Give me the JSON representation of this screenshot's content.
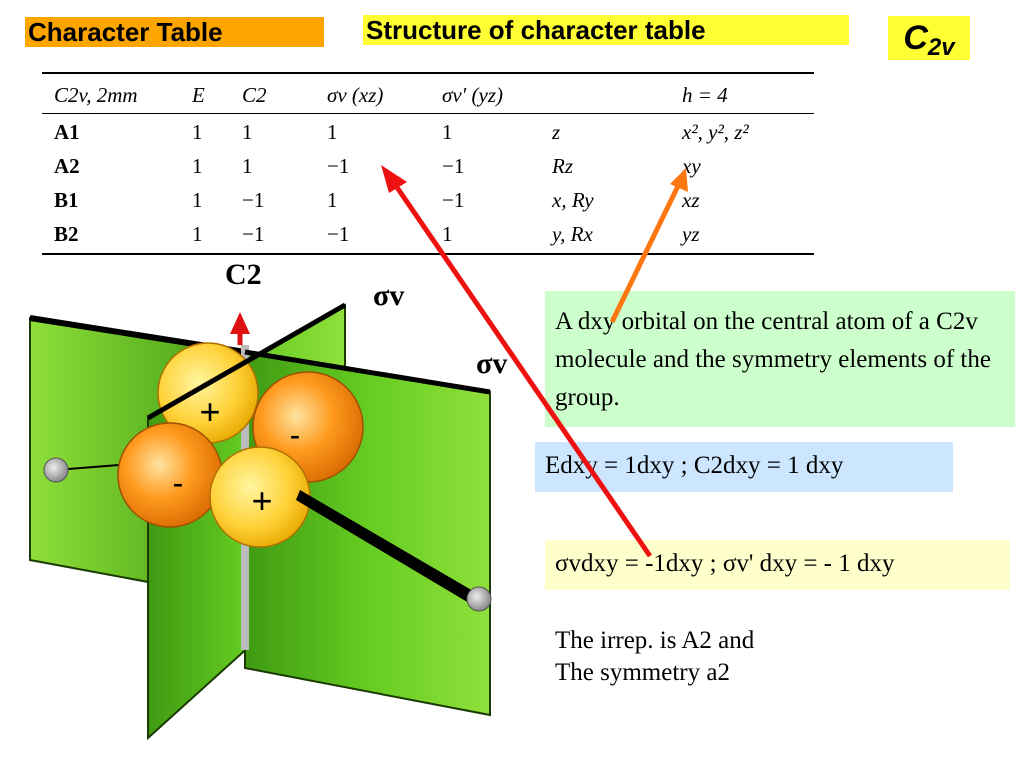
{
  "headers": {
    "character_table": "Character Table",
    "structure": "Structure of character table",
    "group_main": "C",
    "group_sub": "2v"
  },
  "table": {
    "columns": [
      "C2v, 2mm",
      "E",
      "C2",
      "σv (xz)",
      "σv′ (yz)",
      "",
      "h = 4"
    ],
    "rows": [
      {
        "irrep": "A1",
        "chars": [
          "1",
          "1",
          "1",
          "1"
        ],
        "linear": "z",
        "quadratic": "x², y², z²"
      },
      {
        "irrep": "A2",
        "chars": [
          "1",
          "1",
          "−1",
          "−1"
        ],
        "linear": "Rz",
        "quadratic": "xy"
      },
      {
        "irrep": "B1",
        "chars": [
          "1",
          "−1",
          "1",
          "−1"
        ],
        "linear": "x, Ry",
        "quadratic": "xz"
      },
      {
        "irrep": "B2",
        "chars": [
          "1",
          "−1",
          "−1",
          "1"
        ],
        "linear": "y, Rx",
        "quadratic": "yz"
      }
    ]
  },
  "diagram": {
    "c2_label": "C2",
    "sigma_label_1": "σv",
    "sigma_label_2": "σv",
    "lobe_signs": [
      "+",
      "-",
      "-",
      "+"
    ],
    "colors": {
      "plane": "#66cc22",
      "lobe_yellow": "#ffd23a",
      "lobe_orange": "#ff9a1e",
      "arrow_red": "#ee1111",
      "arrow_orange": "#ff7711"
    }
  },
  "description": "A dxy orbital on the central atom of a C2v molecule and the symmetry elements of the group.",
  "equation_1": "Edxy = 1dxy ;  C2dxy = 1 dxy",
  "equation_2": "σvdxy = -1dxy ; σv' dxy = - 1 dxy",
  "irrep_line_1": "The irrep.  is A2 and",
  "irrep_line_2": "The symmetry a2"
}
